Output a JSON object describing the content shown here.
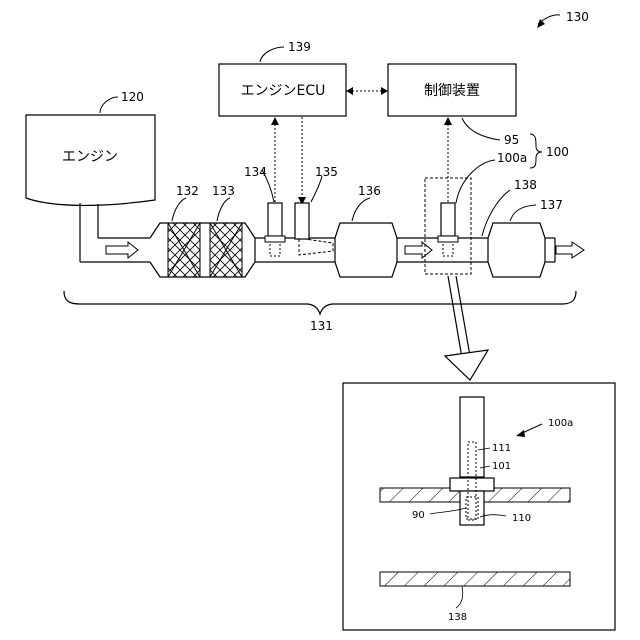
{
  "figure_ref": "130",
  "engine": {
    "ref": "120",
    "label": "エンジン"
  },
  "ecu": {
    "ref": "139",
    "label": "エンジンECU"
  },
  "controller": {
    "ref": "95",
    "label": "制御装置"
  },
  "system_ref": "100",
  "sensor_ref": "100a",
  "exhaust_pipe_ref": "138",
  "exhaust_system_ref": "131",
  "components": {
    "catalyst_1": "132",
    "catalyst_2": "133",
    "sensor_134": "134",
    "injector_135": "135",
    "unit_136": "136",
    "muffler_137": "137"
  },
  "detail": {
    "sensor_ref": "100a",
    "element_111": "111",
    "housing_101": "101",
    "tip_110": "110",
    "detect_90": "90",
    "pipe_138": "138"
  }
}
